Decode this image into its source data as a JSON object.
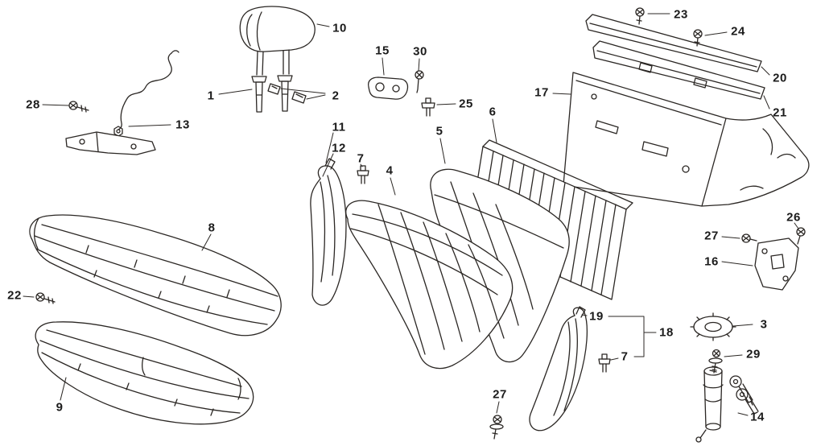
{
  "colors": {
    "background": "#ffffff",
    "line": "#2b2724",
    "label": "#1b1b1b"
  },
  "callouts": [
    {
      "label": "28"
    },
    {
      "label": "13"
    },
    {
      "label": "10"
    },
    {
      "label": "1"
    },
    {
      "label": "2"
    },
    {
      "label": "15"
    },
    {
      "label": "30"
    },
    {
      "label": "25"
    },
    {
      "label": "6"
    },
    {
      "label": "5"
    },
    {
      "label": "11"
    },
    {
      "label": "12"
    },
    {
      "label": "7"
    },
    {
      "label": "4"
    },
    {
      "label": "23"
    },
    {
      "label": "24"
    },
    {
      "label": "20"
    },
    {
      "label": "21"
    },
    {
      "label": "17"
    },
    {
      "label": "26"
    },
    {
      "label": "27"
    },
    {
      "label": "16"
    },
    {
      "label": "8"
    },
    {
      "label": "22"
    },
    {
      "label": "9"
    },
    {
      "label": "3"
    },
    {
      "label": "19"
    },
    {
      "label": "18"
    },
    {
      "label": "7"
    },
    {
      "label": "29"
    },
    {
      "label": "27"
    },
    {
      "label": "14"
    }
  ]
}
